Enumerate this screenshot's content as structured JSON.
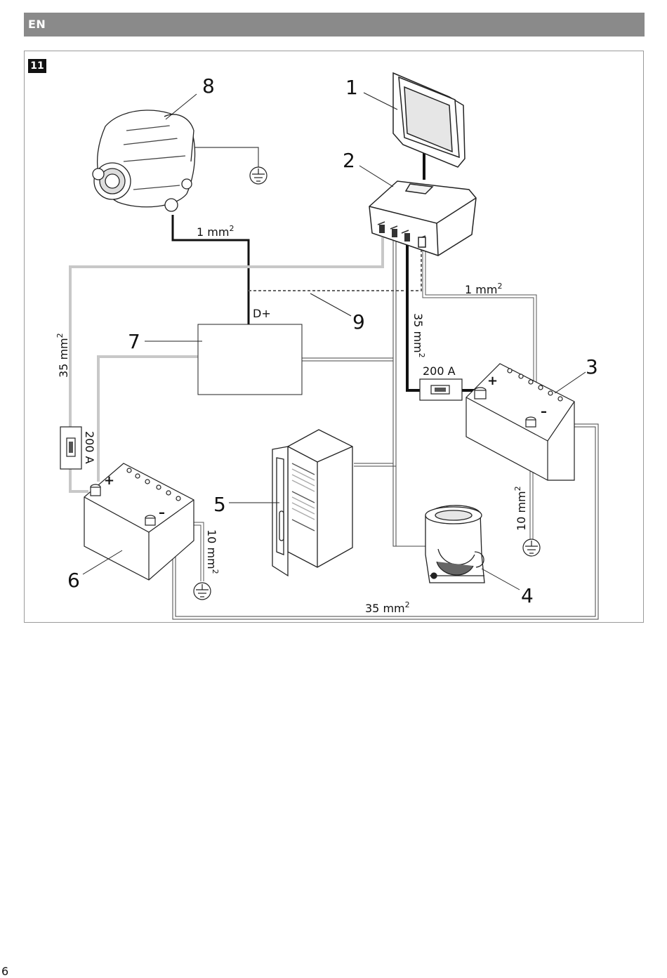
{
  "header": {
    "lang": "EN",
    "bar_color": "#8a8a8a"
  },
  "figure": {
    "number": "11",
    "callouts": {
      "c1": "1",
      "c2": "2",
      "c3": "3",
      "c4": "4",
      "c5": "5",
      "c6": "6",
      "c7": "7",
      "c8": "8",
      "c9": "9"
    },
    "wires": {
      "alt_wire": "1 mm",
      "alt_wire_sup": "2",
      "dplus": "D+",
      "top_right_wire": "1 mm",
      "top_right_wire_sup": "2",
      "main_left": "35 mm",
      "main_left_sup": "2",
      "main_right": "35 mm",
      "main_right_sup": "2",
      "ground_right": "10 mm",
      "ground_right_sup": "2",
      "ground_left": "10 mm",
      "ground_left_sup": "2",
      "bottom_wire": "35 mm",
      "bottom_wire_sup": "2"
    },
    "fuse_right": "200 A",
    "fuse_left": "200 A",
    "battery_plus": "+",
    "battery_minus": "–"
  },
  "page_number": "6"
}
